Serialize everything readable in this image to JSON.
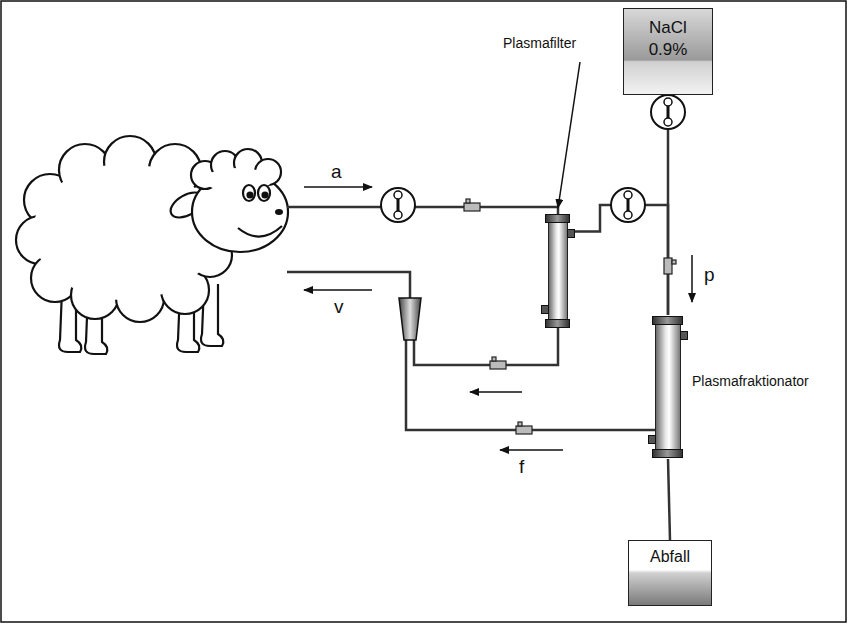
{
  "diagram": {
    "nodes": [
      {
        "text": [
          "NaCl 0.9%"
        ]
      },
      {
        "text": [
          "Plasmafilter"
        ]
      },
      {
        "text": [
          "Plasmafraktionator"
        ]
      },
      {
        "text": [
          "Abfall"
        ]
      }
    ],
    "edges": [
      {
        "from": 1,
        "to": 2,
        "arrow": "none"
      },
      {
        "from": 0,
        "to": 2,
        "arrow": "none"
      },
      {
        "from": 2,
        "to": 3,
        "arrow": "none"
      }
    ],
    "labels": [
      "a",
      "v",
      "p",
      "f"
    ]
  }
}
